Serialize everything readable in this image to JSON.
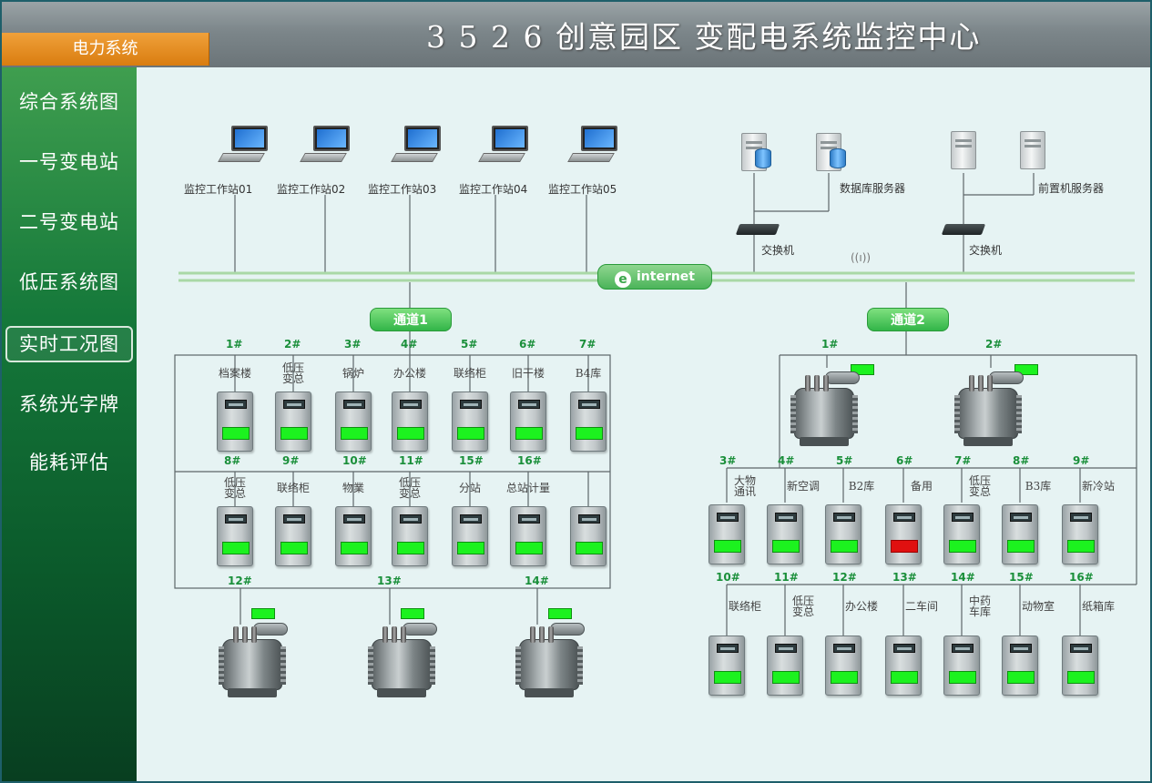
{
  "header": {
    "title": "3 5 2 6 创意园区 变配电系统监控中心",
    "system_tab": "电力系统"
  },
  "sidebar": {
    "items": [
      {
        "label": "综合系统图"
      },
      {
        "label": "一号变电站"
      },
      {
        "label": "二号变电站"
      },
      {
        "label": "低压系统图"
      },
      {
        "label": "实时工况图",
        "active": true
      },
      {
        "label": "系统光字牌"
      },
      {
        "label": "能耗评估"
      }
    ]
  },
  "network": {
    "workstations": [
      "监控工作站01",
      "监控工作站02",
      "监控工作站03",
      "监控工作站04",
      "监控工作站05"
    ],
    "db_server_label": "数据库服务器",
    "front_server_label": "前置机服务器",
    "switch_label": "交换机",
    "internet_label": "internet",
    "wireless_glyph": "((ı))"
  },
  "channel1": {
    "label": "通道1",
    "row1": [
      {
        "num": "1#",
        "name": "档案楼"
      },
      {
        "num": "2#",
        "name": "低压\n变总"
      },
      {
        "num": "3#",
        "name": "锅炉"
      },
      {
        "num": "4#",
        "name": "办公楼"
      },
      {
        "num": "5#",
        "name": "联络柜"
      },
      {
        "num": "6#",
        "name": "旧干楼"
      },
      {
        "num": "7#",
        "name": "B4库"
      }
    ],
    "row2": [
      {
        "num": "8#",
        "name": "低压\n变总"
      },
      {
        "num": "9#",
        "name": "联络柜"
      },
      {
        "num": "10#",
        "name": "物業"
      },
      {
        "num": "11#",
        "name": "低压\n变总"
      },
      {
        "num": "15#",
        "name": "分站"
      },
      {
        "num": "16#",
        "name": "总站计量"
      },
      {
        "num": "",
        "name": ""
      }
    ],
    "transformers": [
      "12#",
      "13#",
      "14#"
    ]
  },
  "channel2": {
    "label": "通道2",
    "transformers": [
      "1#",
      "2#"
    ],
    "row1": [
      {
        "num": "3#",
        "name": "大物\n通讯",
        "status": "ok"
      },
      {
        "num": "4#",
        "name": "新空调",
        "status": "ok"
      },
      {
        "num": "5#",
        "name": "B2库",
        "status": "ok"
      },
      {
        "num": "6#",
        "name": "备用",
        "status": "alarm"
      },
      {
        "num": "7#",
        "name": "低压\n变总",
        "status": "ok"
      },
      {
        "num": "8#",
        "name": "B3库",
        "status": "ok"
      },
      {
        "num": "9#",
        "name": "新冷站",
        "status": "ok"
      }
    ],
    "row2": [
      {
        "num": "10#",
        "name": "联络柜"
      },
      {
        "num": "11#",
        "name": "低压\n变总"
      },
      {
        "num": "12#",
        "name": "办公楼"
      },
      {
        "num": "13#",
        "name": "二车间"
      },
      {
        "num": "14#",
        "name": "中药\n车库"
      },
      {
        "num": "15#",
        "name": "动物室"
      },
      {
        "num": "16#",
        "name": "纸箱库"
      }
    ]
  },
  "colors": {
    "ok": "#1cf21f",
    "alarm": "#e01010",
    "accent": "#f0a13a",
    "sidebar": "#15783a"
  }
}
